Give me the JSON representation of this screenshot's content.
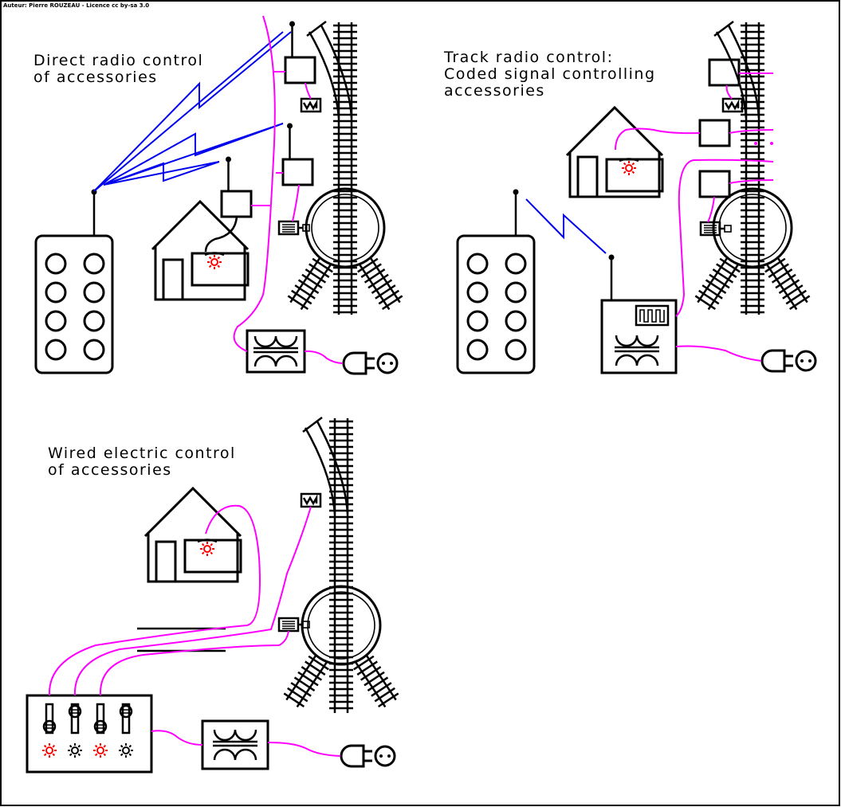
{
  "credit": "Auteur: Pierre ROUZEAU - Licence cc by-sa 3.0",
  "colors": {
    "wire": "#ff00ff",
    "radio": "#0000ee",
    "lamp_on": "#ff0000",
    "line": "#000000"
  },
  "panels": [
    {
      "title_lines": [
        "Direct radio control",
        "of accessories"
      ]
    },
    {
      "title_lines": [
        "Track radio control:",
        "Coded signal controlling",
        "accessories"
      ]
    },
    {
      "title_lines": [
        "Wired electric control",
        "of accessories"
      ]
    }
  ],
  "control_panel": {
    "switch_states": [
      "down",
      "up",
      "down",
      "up"
    ],
    "lamp_states": [
      "on",
      "off",
      "on",
      "off"
    ]
  }
}
